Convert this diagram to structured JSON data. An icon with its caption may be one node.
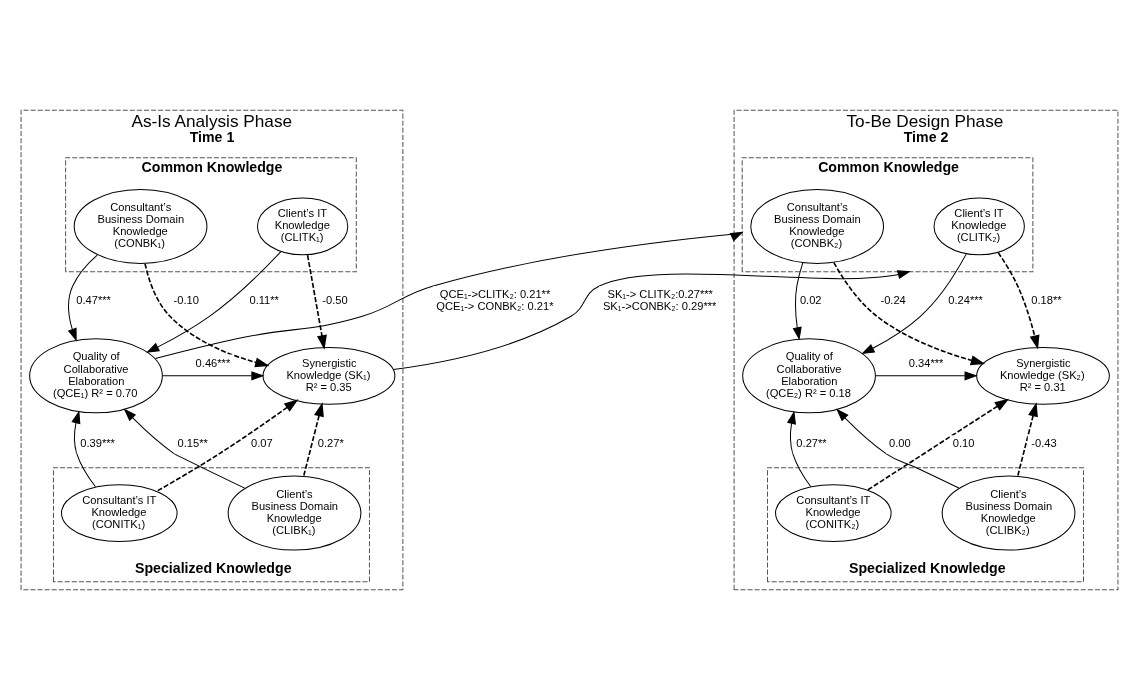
{
  "diagram": {
    "nodes": [
      {
        "text": [
          "As-Is Analysis Phase",
          "Time 1"
        ]
      },
      {
        "text": [
          "Common Knowledge"
        ],
        "in": 0
      },
      {
        "text": [
          "Consultant’s Business Domain Knowledge (CONBK₁)"
        ],
        "in": 1
      },
      {
        "text": [
          "Client’s IT Knowledge (CLITK₁)"
        ],
        "in": 1
      },
      {
        "text": [
          "Quality of Collaborative Elaboration (QCE₁) R² = 0.70"
        ],
        "in": 0
      },
      {
        "text": [
          "Synergistic Knowledge (SK₁) R² = 0.35"
        ],
        "in": 0
      },
      {
        "text": [
          "Specialized Knowledge"
        ],
        "in": 0
      },
      {
        "text": [
          "Consultant’s IT Knowledge (CONITK₁)"
        ],
        "in": 6
      },
      {
        "text": [
          "Client’s Business Domain Knowledge (CLIBK₁)"
        ],
        "in": 6
      },
      {
        "text": [
          "To-Be Design Phase",
          "Time 2"
        ]
      },
      {
        "text": [
          "Common Knowledge"
        ],
        "in": 9
      },
      {
        "text": [
          "Consultant’s Business Domain Knowledge (CONBK₂)"
        ],
        "in": 10
      },
      {
        "text": [
          "Client’s IT Knowledge (CLITK₂)"
        ],
        "in": 10
      },
      {
        "text": [
          "Quality of Collaborative Elaboration (QCE₂) R² = 0.18"
        ],
        "in": 9
      },
      {
        "text": [
          "Synergistic Knowledge (SK₂) R² = 0.31"
        ],
        "in": 9
      },
      {
        "text": [
          "Specialized Knowledge"
        ],
        "in": 9
      },
      {
        "text": [
          "Consultant’s IT Knowledge (CONITK₂)"
        ],
        "in": 15
      },
      {
        "text": [
          "Client’s Business Domain Knowledge (CLIBK₂)"
        ],
        "in": 15
      }
    ],
    "edges": [
      {
        "from": 2,
        "to": 4,
        "arrow": "to",
        "label": "0.47***"
      },
      {
        "from": 3,
        "to": 4,
        "arrow": "to",
        "label": "0.11**"
      },
      {
        "from": 2,
        "to": 5,
        "arrow": "to",
        "label": "-0.10",
        "style": "dashed"
      },
      {
        "from": 3,
        "to": 5,
        "arrow": "to",
        "label": "-0.50",
        "style": "dashed"
      },
      {
        "from": 4,
        "to": 5,
        "arrow": "to",
        "label": "0.46***"
      },
      {
        "from": 7,
        "to": 4,
        "arrow": "to",
        "label": "0.39***"
      },
      {
        "from": 8,
        "to": 4,
        "arrow": "to",
        "label": "0.15**"
      },
      {
        "from": 7,
        "to": 5,
        "arrow": "to",
        "label": "0.07",
        "style": "dashed"
      },
      {
        "from": 8,
        "to": 5,
        "arrow": "to",
        "label": "0.27*",
        "style": "dashed"
      },
      {
        "from": 4,
        "to": 10,
        "arrow": "to",
        "label": "QCE₁->CLITK₂: 0.21** QCE₁-> CONBK₂: 0.21*"
      },
      {
        "from": 5,
        "to": 10,
        "arrow": "to",
        "label": "SK₁-> CLITK₂:0.27*** SK₁->CONBK₂: 0.29***"
      },
      {
        "from": 11,
        "to": 13,
        "arrow": "to",
        "label": "0.02"
      },
      {
        "from": 12,
        "to": 13,
        "arrow": "to",
        "label": "0.24***"
      },
      {
        "from": 11,
        "to": 14,
        "arrow": "to",
        "label": "-0.24",
        "style": "dashed"
      },
      {
        "from": 12,
        "to": 14,
        "arrow": "to",
        "label": "0.18**",
        "style": "dashed"
      },
      {
        "from": 13,
        "to": 14,
        "arrow": "to",
        "label": "0.34***"
      },
      {
        "from": 16,
        "to": 13,
        "arrow": "to",
        "label": "0.27**"
      },
      {
        "from": 17,
        "to": 13,
        "arrow": "to",
        "label": "0.00"
      },
      {
        "from": 16,
        "to": 14,
        "arrow": "to",
        "label": "0.10",
        "style": "dashed"
      },
      {
        "from": 17,
        "to": 14,
        "arrow": "to",
        "label": "-0.43",
        "style": "dashed"
      }
    ]
  }
}
